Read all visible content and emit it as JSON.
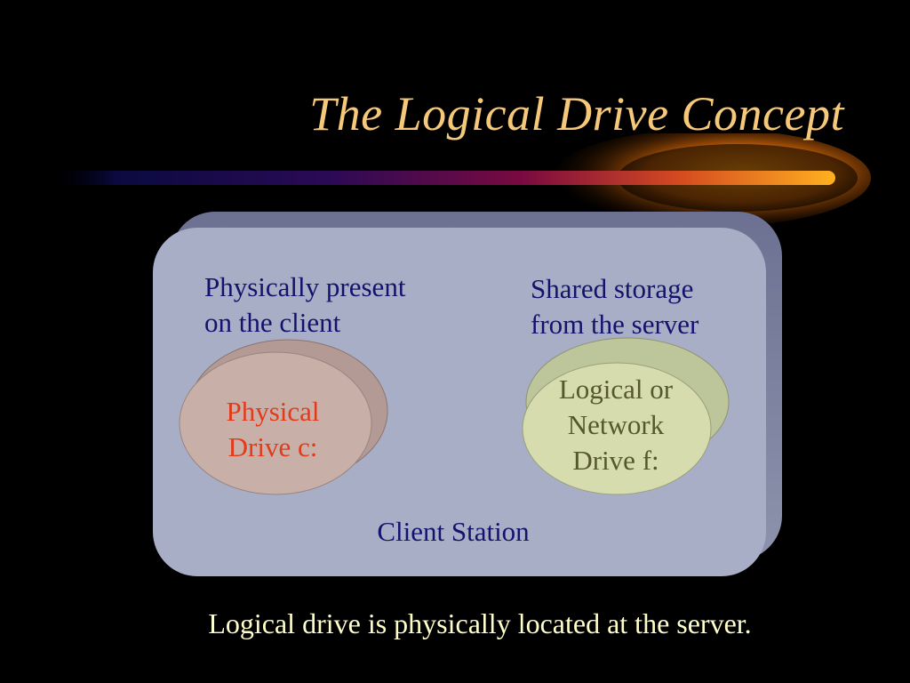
{
  "slide": {
    "title": "The Logical Drive Concept",
    "client_label_line1": "Physically present",
    "client_label_line2": "on the client",
    "server_label_line1": "Shared storage",
    "server_label_line2": "from the server",
    "physical_drive_line1": "Physical",
    "physical_drive_line2": "Drive c:",
    "logical_drive_line1": "Logical or",
    "logical_drive_line2": "Network",
    "logical_drive_line3": "Drive f:",
    "station_label": "Client Station",
    "note": "Logical drive is physically located at the server."
  },
  "colors": {
    "background": "#000000",
    "title": "#F5C87A",
    "panel": "#A8AEC6",
    "panel_shadow": "#8D93AC",
    "dark_text": "#13136E",
    "physical_text": "#E23A1A",
    "logical_text": "#55582E",
    "physical_disk": "#C8AFA8",
    "logical_disk": "#D6DCAE",
    "note": "#FFFFCC"
  }
}
